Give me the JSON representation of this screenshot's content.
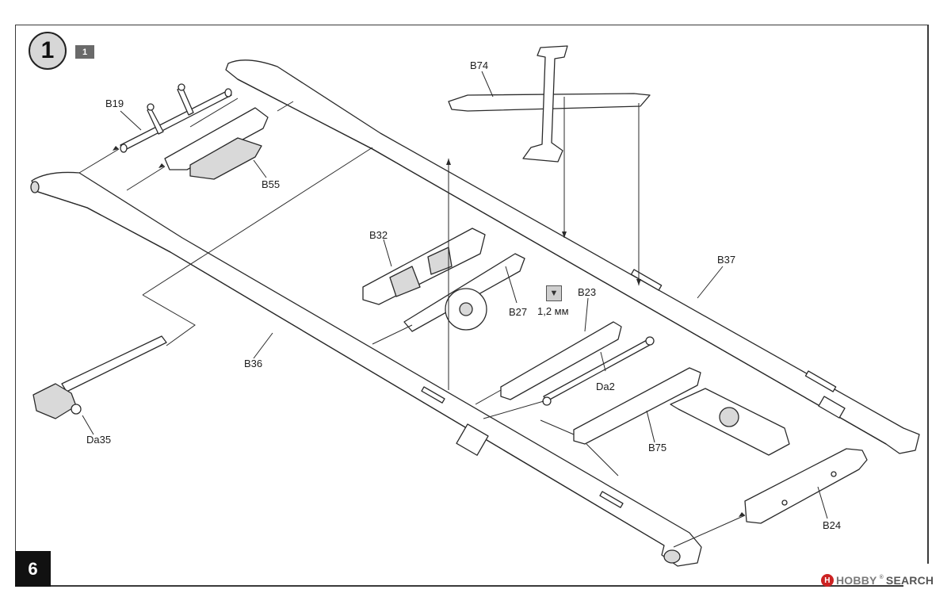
{
  "step": {
    "number": "1",
    "badge": "1"
  },
  "page": {
    "number": "6"
  },
  "watermark": {
    "logo": "H",
    "word1": "HOBBY",
    "reg": "®",
    "word2": "SEARCH"
  },
  "parts": {
    "b19": "B19",
    "b55": "B55",
    "b74": "B74",
    "b32": "B32",
    "b27": "B27",
    "b37": "B37",
    "b23": "B23",
    "da2": "Da2",
    "b36": "B36",
    "da35": "Da35",
    "b75": "B75",
    "b24": "B24"
  },
  "note": {
    "dimension": "1,2 мм",
    "icon": "drill-hole-icon",
    "glyph": "▼"
  },
  "colors": {
    "line": "#2a2a2a",
    "frame": "#3a3a3a",
    "fill": "#ffffff",
    "shade": "#d9d9d9"
  }
}
